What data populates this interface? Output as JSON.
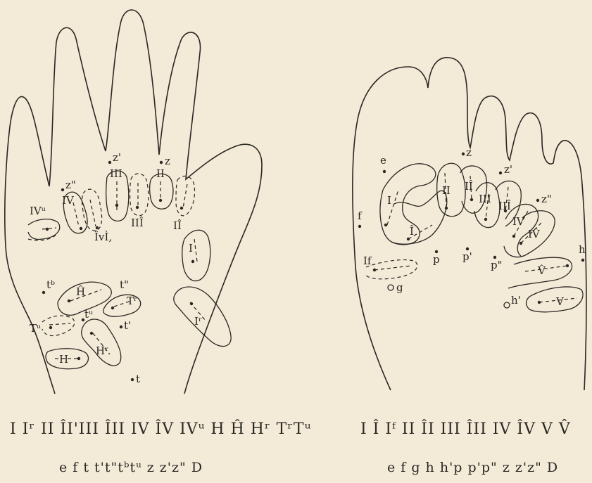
{
  "left_figure": {
    "labels": {
      "z": "z",
      "z_prime": "z'",
      "z_dbl": "z\"",
      "IVu": "IVᵘ",
      "IV": "IV",
      "IV_hat": "ÎvÌ‚",
      "III": "III",
      "III_hat": "IIÎ",
      "II": "II",
      "II_hat": "IÎ",
      "I": "I",
      "I_r": "Iʳ",
      "tb": "tᵇ",
      "t_dbl": "t\"",
      "H_hat": "Ĥ",
      "T_r": "Tʳ",
      "Tu": "Tᵘ",
      "tu": "tᵘ",
      "t_prime": "t'",
      "H": "H",
      "H_r": "Hʳ",
      "t": "t"
    },
    "caption_line1": "I Iʳ II ÎI'III ÎII IV ÎV IVᵘ H Ĥ Hʳ TʳTᵘ",
    "caption_line2": "e f t t't\"tᵇtᵘ z z'z\" D"
  },
  "right_figure": {
    "labels": {
      "e": "e",
      "z": "z",
      "z_prime": "z'",
      "z_dbl": "z\"",
      "I": "I",
      "I_hat": "Î",
      "II": "II",
      "II_hat": "IÎ",
      "III": "III",
      "III_hat": "IIÎ",
      "IV": "IV",
      "IV_hat": "IV̂",
      "f": "f",
      "If": "If",
      "g": "g",
      "p": "p",
      "p_prime": "p'",
      "p_dbl": "p\"",
      "h": "h",
      "h_prime": "h'",
      "V_hat": "V̂",
      "V": "V"
    },
    "caption_line1": "I Î Iᶠ II ÎI III ÎII IV ÎV V V̂",
    "caption_line2": "e f g h h'p p'p\" z z'z\" D"
  }
}
